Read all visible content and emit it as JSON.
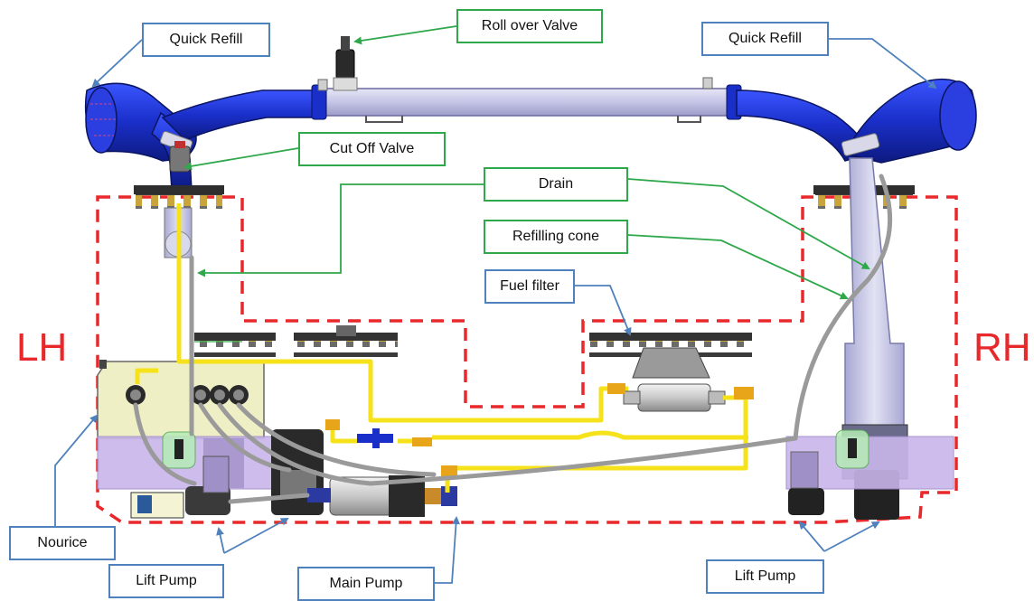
{
  "side_labels": {
    "left": "LH",
    "right": "RH"
  },
  "callouts": {
    "quick_refill_left": "Quick Refill",
    "roll_over_valve": "Roll over Valve",
    "quick_refill_right": "Quick Refill",
    "cut_off_valve": "Cut Off Valve",
    "drain": "Drain",
    "refilling_cone": "Refilling cone",
    "fuel_filter": "Fuel filter",
    "nourice": "Nourice",
    "lift_pump_left": "Lift Pump",
    "main_pump": "Main Pump",
    "lift_pump_right": "Lift Pump"
  },
  "colors": {
    "zone_dash": "#e8282a",
    "callout_blue": "#4f81bd",
    "callout_green": "#2ea84a",
    "pipe_blue": "#1a2fc9",
    "fuel_line": "#f5e21a",
    "side_label": "#e8282a"
  }
}
